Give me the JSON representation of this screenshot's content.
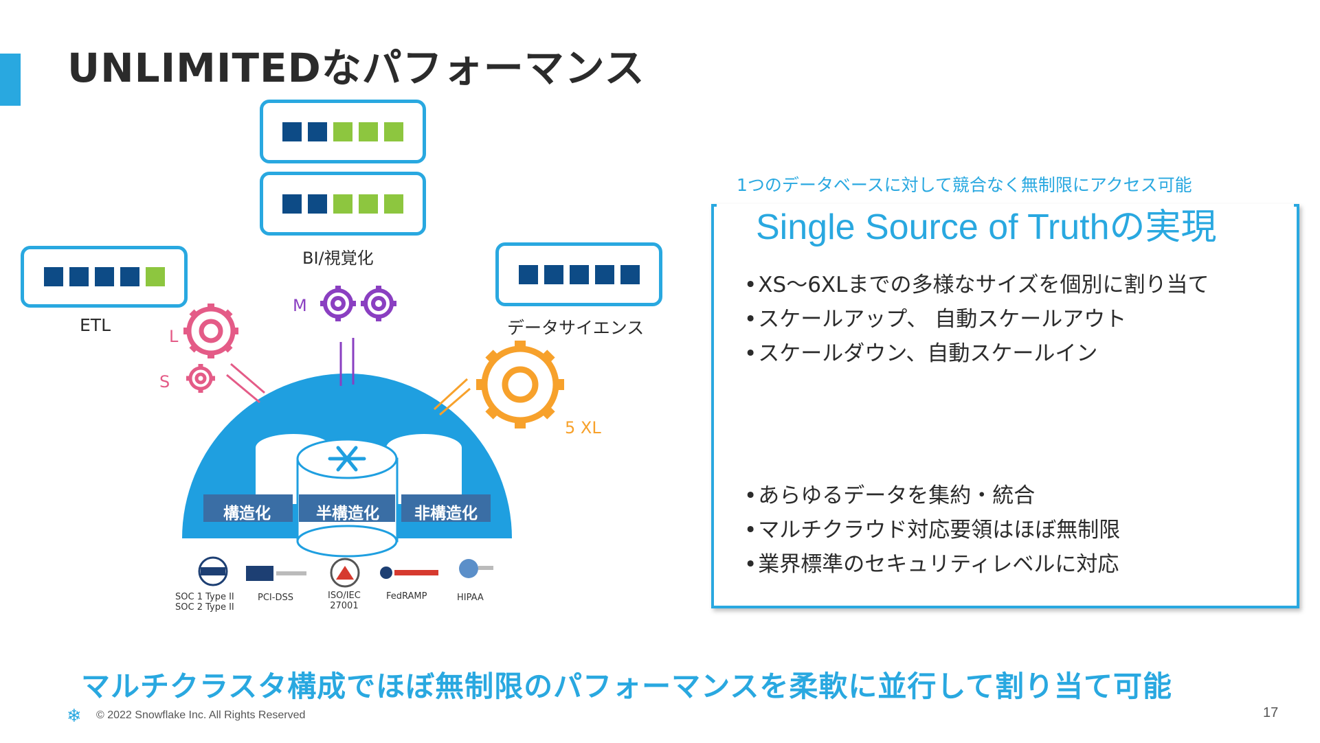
{
  "slide": {
    "title": "UNLIMITEDなパフォーマンス",
    "page_number": "17",
    "copyright": "© 2022 Snowflake Inc. All Rights Reserved",
    "bottom_message": "マルチクラスタ構成でほぼ無制限のパフォーマンスを柔軟に並行して割り当て可能"
  },
  "diagram": {
    "workloads": [
      {
        "label": "ETL",
        "blocks": [
          "navy",
          "navy",
          "navy",
          "navy",
          "green"
        ]
      },
      {
        "label": "BI/視覚化",
        "blocks": [
          "navy",
          "navy",
          "green",
          "green",
          "green"
        ]
      },
      {
        "label": "データサイエンス",
        "blocks": [
          "navy",
          "navy",
          "navy",
          "navy",
          "navy"
        ]
      }
    ],
    "sizes": {
      "s": "S",
      "l": "L",
      "m": "M",
      "xl": "5 XL"
    },
    "storage_labels": [
      "構造化",
      "半構造化",
      "非構造化"
    ],
    "certifications": [
      {
        "name": "SOC 1 Type II",
        "name2": "SOC 2 Type II",
        "logo": "AICPA SOC"
      },
      {
        "name": "PCI-DSS",
        "logo": "PCI"
      },
      {
        "name": "ISO/IEC",
        "name2": "27001",
        "logo": "ALIGN"
      },
      {
        "name": "FedRAMP",
        "logo": "FedRAMP"
      },
      {
        "name": "HIPAA",
        "logo": "HIPAA"
      }
    ],
    "colors": {
      "accent": "#29a8e0",
      "navy": "#0d4b86",
      "green": "#8dc63f",
      "pink": "#e45b87",
      "purple": "#8a3fc1",
      "orange": "#f7a12b"
    }
  },
  "panel": {
    "subtitle": "1つのデータベースに対して競合なく無制限にアクセス可能",
    "heading": "Single Source of Truthの実現",
    "bullets_top": [
      "XS〜6XLまでの多様なサイズを個別に割り当て",
      "スケールアップ、 自動スケールアウト",
      "スケールダウン、自動スケールイン"
    ],
    "bullets_bottom": [
      "あらゆるデータを集約・統合",
      "マルチクラウド対応要領はほぼ無制限",
      "業界標準のセキュリティレベルに対応"
    ]
  }
}
